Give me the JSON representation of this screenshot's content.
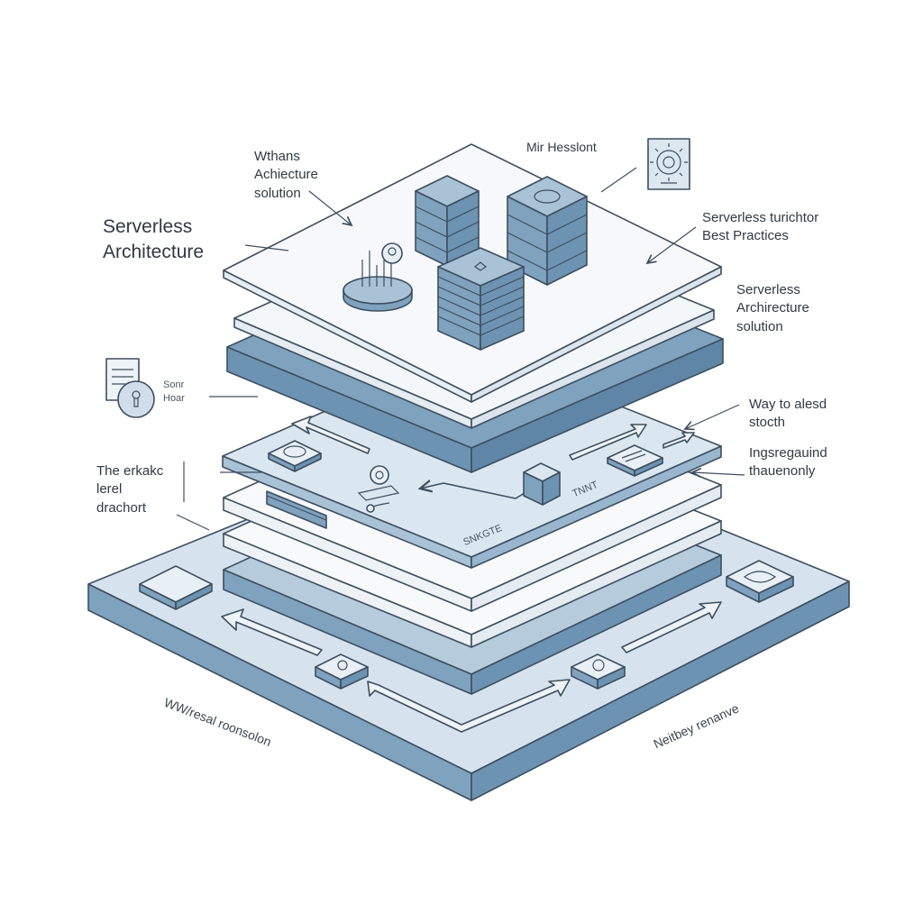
{
  "title": [
    "Serverless",
    "Architecture"
  ],
  "callouts": {
    "top_left": [
      "Wthans",
      "Achiecture",
      "solution"
    ],
    "top_center": [
      "Mir Hesslont"
    ],
    "right_1": [
      "Serverless turichtor",
      "Best Practices"
    ],
    "right_2": [
      "Serverless",
      "Archirecture",
      "solution"
    ],
    "right_3": [
      "Way to alesd",
      "stocth"
    ],
    "right_4": [
      "Ingsregauind",
      "thauenonly"
    ],
    "left_doc": [
      "Sonr",
      "Hoar"
    ],
    "left_mid": [
      "The erkakc",
      "lerel",
      "drachort"
    ]
  },
  "bottom_labels": {
    "left": "WW/resal roonsolon",
    "right": "Neitbey renanve"
  },
  "inner_labels": {
    "center": "SNKGTE",
    "right": "TNNT"
  },
  "colors": {
    "line": "#3d4f5f",
    "light_fill": "#f4f7fa",
    "blue_fill": "#cfdeea",
    "side_blue": "#7fa2be",
    "server_fill": "#6e95b5",
    "accent": "#8aaeca"
  },
  "icons": [
    "server-stack-icon",
    "database-icon",
    "function-hub-icon",
    "gear-document-icon",
    "lock-document-icon",
    "cube-icon",
    "node-icon",
    "arrow-icon"
  ]
}
